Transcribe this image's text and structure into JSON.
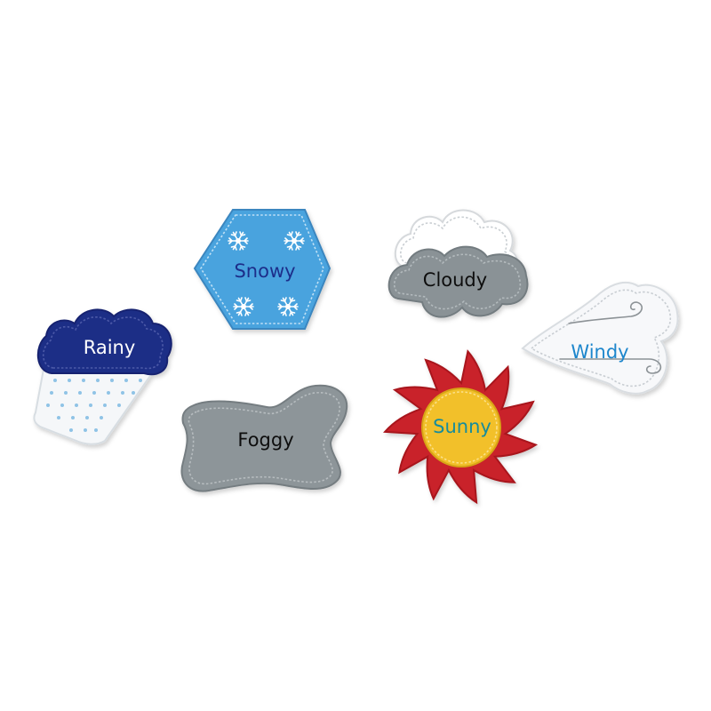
{
  "patches": {
    "snowy": {
      "label": "Snowy",
      "color": "#4aa3de",
      "text_color": "#1f2f8a"
    },
    "cloudy": {
      "label": "Cloudy",
      "color": "#8a9296",
      "text_color": "#111111"
    },
    "rainy": {
      "label": "Rainy",
      "color": "#1f2e86",
      "text_color": "#ffffff"
    },
    "windy": {
      "label": "Windy",
      "color": "#f7f8fa",
      "text_color": "#1f86cc"
    },
    "foggy": {
      "label": "Foggy",
      "color": "#8d9599",
      "text_color": "#111111"
    },
    "sunny": {
      "label": "Sunny",
      "color": "#f2c02a",
      "text_color": "#178c9c",
      "rays_color": "#c9202b"
    }
  }
}
